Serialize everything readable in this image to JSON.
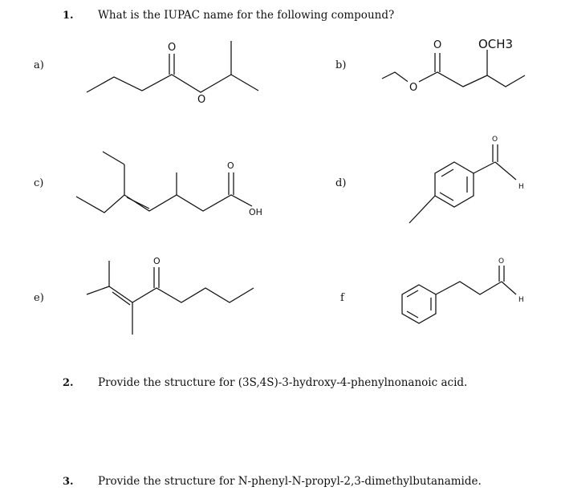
{
  "questions": [
    {
      "number": "1.",
      "text": "What is the IUPAC name for the following compound?"
    },
    {
      "number": "2.",
      "text": "Provide the structure for (3S,4S)-3-hydroxy-4-phenylnonanoic acid."
    },
    {
      "number": "3.",
      "text": "Provide the structure for N-phenyl-N-propyl-2,3-dimethylbutanamide."
    }
  ],
  "parts": [
    {
      "label": "a)",
      "atoms": [
        "O",
        "O"
      ]
    },
    {
      "label": "b)",
      "atoms": [
        "O",
        "O",
        "OCH3"
      ]
    },
    {
      "label": "c)",
      "atoms": [
        "O",
        "OH"
      ]
    },
    {
      "label": "d)",
      "atoms": [
        "O",
        "H"
      ]
    },
    {
      "label": "e)",
      "atoms": [
        "O"
      ]
    },
    {
      "label": "f",
      "atoms": [
        "O",
        "H"
      ]
    }
  ]
}
